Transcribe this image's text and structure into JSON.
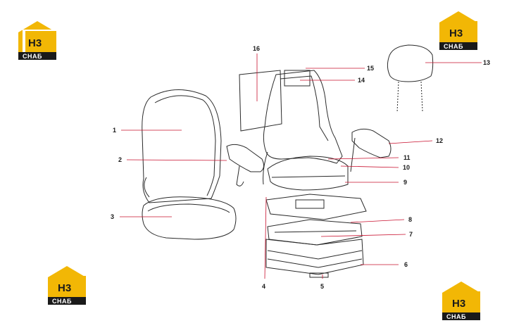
{
  "brand": {
    "logo_top": "H3",
    "logo_bottom": "CHAБ",
    "colors": {
      "yellow": "#f2b705",
      "dark": "#1a1a1a"
    }
  },
  "callouts": [
    {
      "id": "1",
      "label": "1"
    },
    {
      "id": "2",
      "label": "2"
    },
    {
      "id": "3",
      "label": "3"
    },
    {
      "id": "4",
      "label": "4"
    },
    {
      "id": "5",
      "label": "5"
    },
    {
      "id": "6",
      "label": "6"
    },
    {
      "id": "7",
      "label": "7"
    },
    {
      "id": "8",
      "label": "8"
    },
    {
      "id": "9",
      "label": "9"
    },
    {
      "id": "10",
      "label": "10"
    },
    {
      "id": "11",
      "label": "11"
    },
    {
      "id": "12",
      "label": "12"
    },
    {
      "id": "13",
      "label": "13"
    },
    {
      "id": "14",
      "label": "14"
    },
    {
      "id": "15",
      "label": "15"
    },
    {
      "id": "16",
      "label": "16"
    }
  ],
  "leader_color": "#c8102e"
}
